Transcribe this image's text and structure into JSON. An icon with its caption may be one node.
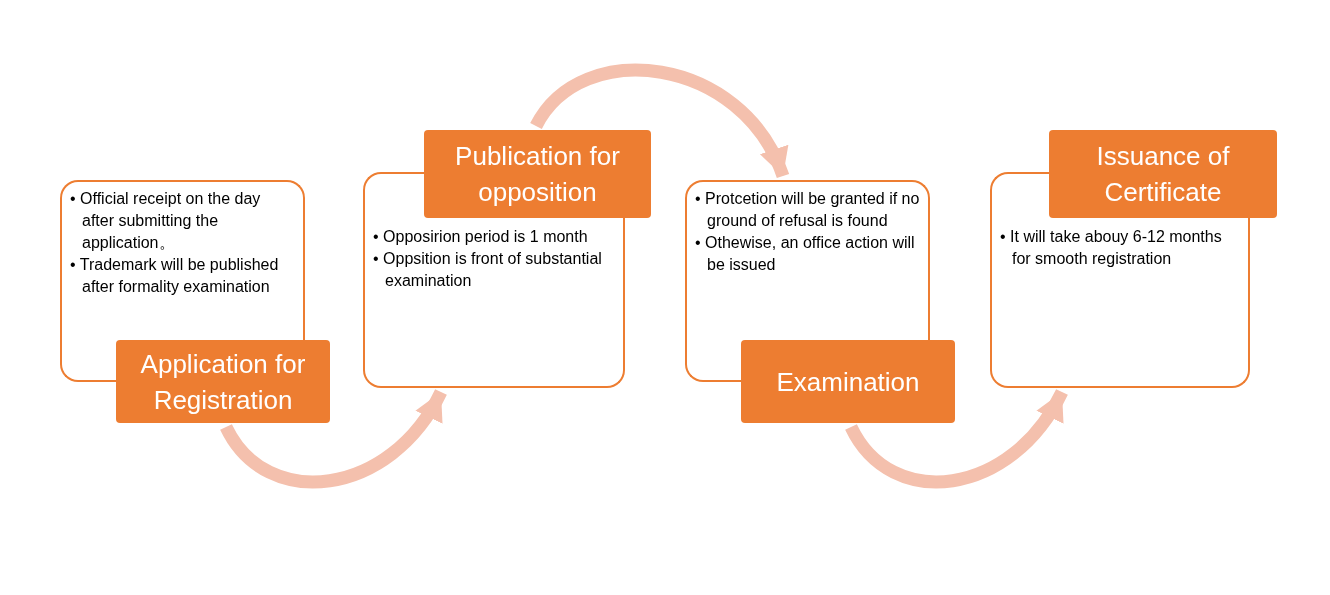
{
  "diagram": {
    "nodes": [
      {
        "text": [
          "• Official receipt on the day after submitting the application。",
          "• Trademark will be published after formality examination"
        ]
      },
      {
        "text": [
          "Application for Registration"
        ]
      },
      {
        "text": [
          "• Opposirion period is 1 month",
          "• Oppsition is front of substantial examination"
        ]
      },
      {
        "text": [
          "Publication for opposition"
        ]
      },
      {
        "text": [
          "• Protcetion will be granted if no ground of refusal is found",
          "• Othewise, an office action will be issued"
        ]
      },
      {
        "text": [
          "Examination"
        ]
      },
      {
        "text": [
          "• It will take abouy 6-12 months for smooth registration"
        ]
      },
      {
        "text": [
          "Issuance of Certificate"
        ]
      }
    ],
    "edges": [
      {
        "from": 1,
        "to": 2,
        "arrow": "to"
      },
      {
        "from": 3,
        "to": 4,
        "arrow": "to"
      },
      {
        "from": 5,
        "to": 6,
        "arrow": "to"
      }
    ]
  }
}
